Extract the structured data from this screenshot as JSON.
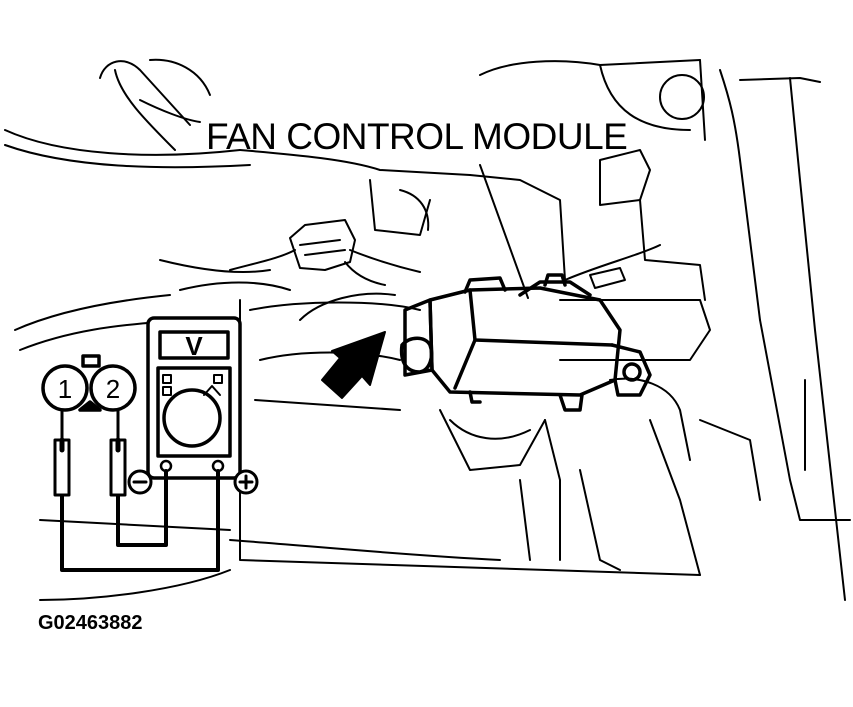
{
  "diagram": {
    "callout": "FAN CONTROL MODULE",
    "figure_id": "G02463882",
    "probe_labels": [
      "1",
      "2"
    ],
    "meter": {
      "display_symbol": "V",
      "negative_symbol": "−",
      "positive_symbol": "+"
    },
    "colors": {
      "line": "#000000",
      "background": "#ffffff"
    }
  }
}
